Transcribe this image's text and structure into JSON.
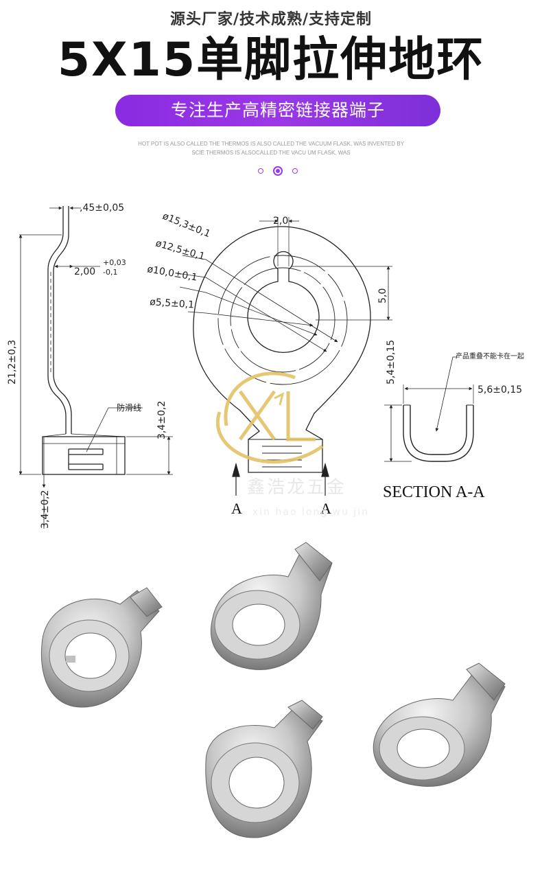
{
  "header": {
    "tagline": "源头厂家/技术成熟/支持定制",
    "title": "5X15单脚拉伸地环",
    "pill_text": "专注生产高精密链接器端子",
    "sub_line_1": "HOT POT IS ALSO CALLED THE THERMOS IS ALSO CALLED THE VACUUM FLASK, WAS INVENTED BY",
    "sub_line_2": "SCIE THERMOS IS ALSOCALLED THE VACU  UM FLASK, WAS"
  },
  "colors": {
    "accent": "#9b38e6",
    "watermark": "#e3c266",
    "line": "#222222"
  },
  "carousel": {
    "count": 3,
    "active_index": 1
  },
  "drawing": {
    "side_view": {
      "top_thickness": ",45±0,05",
      "inner_dim": "2,00",
      "inner_tol_upper": "+0,03",
      "inner_tol_lower": "-0,1",
      "height": "21,2±0,3",
      "foot_height": "3,4±0,2",
      "bottom_height": "3,4±0,2",
      "anti_slip_label": "防滑线"
    },
    "top_view": {
      "d1": "ø15,3±0,1",
      "d2": "ø12,5±0,1",
      "d3": "ø10,0±0,1",
      "d4": "ø5,5±0,1",
      "slot_width": "2,0",
      "slot_depth": "5,0",
      "section_marker_left": "A",
      "section_marker_right": "A"
    },
    "section": {
      "title": "SECTION A-A",
      "height": "5,4±0,15",
      "width": "5,6±0,15",
      "note": "产品重叠不能卡在一起"
    },
    "watermark": {
      "cn": "鑫浩龙五金",
      "pinyin": "xin hao long wu jin"
    }
  },
  "photos": {
    "items": [
      "ring-terminal-1",
      "ring-terminal-2",
      "ring-terminal-3",
      "ring-terminal-4"
    ]
  }
}
